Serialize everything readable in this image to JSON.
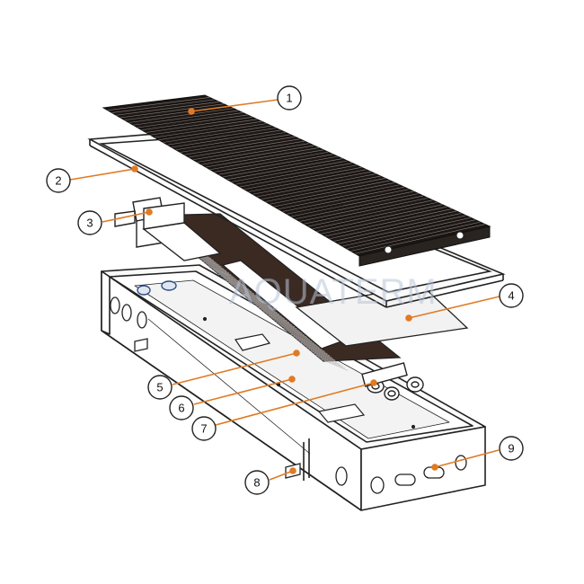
{
  "watermark": {
    "text": "AQUATERM"
  },
  "callouts": [
    {
      "num": "1"
    },
    {
      "num": "2"
    },
    {
      "num": "3"
    },
    {
      "num": "4"
    },
    {
      "num": "5"
    },
    {
      "num": "6"
    },
    {
      "num": "7"
    },
    {
      "num": "8"
    },
    {
      "num": "9"
    }
  ],
  "colors": {
    "leader": "#e07b24",
    "outline": "#222222",
    "grille": "#1c1714",
    "heat_exchanger": "#3a2a22",
    "panel_fill": "#f2f2f2",
    "watermark": "#b9c6d8"
  },
  "components": [
    "grille-icon",
    "frame-icon",
    "fan-motor-icon",
    "cover-plate-icon",
    "heat-exchanger-icon",
    "trough-floor-icon",
    "pipe-connection-icon",
    "mounting-bracket-icon",
    "housing-trough-icon"
  ]
}
